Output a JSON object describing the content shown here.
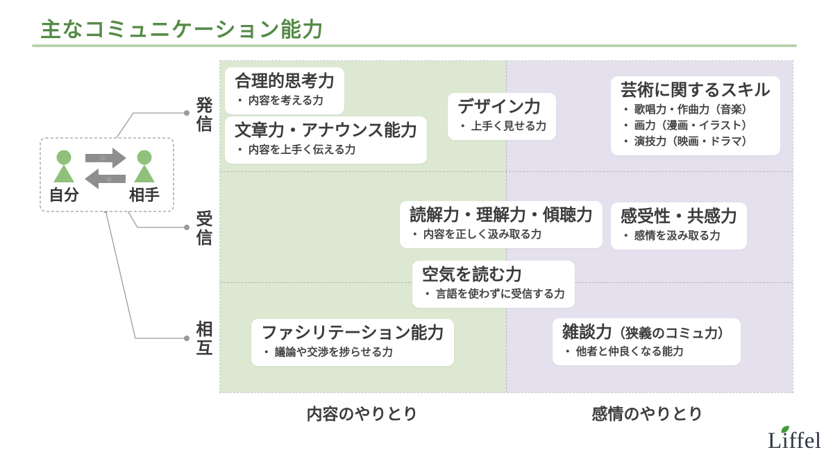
{
  "title": "主なコミュニケーション能力",
  "diagram": {
    "self_label": "自分",
    "other_label": "相手",
    "row_labels": {
      "send": "発信",
      "receive": "受信",
      "mutual": "相互"
    }
  },
  "grid": {
    "column_labels": {
      "content": "内容のやりとり",
      "emotion": "感情のやりとり"
    },
    "cards": [
      {
        "title": "合理的思考力",
        "bullets": [
          "・ 内容を考える力"
        ]
      },
      {
        "title": "文章力・アナウンス能力",
        "bullets": [
          "・ 内容を上手く伝える力"
        ]
      },
      {
        "title": "デザイン力",
        "bullets": [
          "・ 上手く見せる力"
        ]
      },
      {
        "title": "芸術に関するスキル",
        "bullets": [
          "・ 歌唱力・作曲力（音楽）",
          "・ 画力（漫画・イラスト）",
          "・ 演技力（映画・ドラマ）"
        ]
      },
      {
        "title": "読解力・理解力・傾聴力",
        "bullets": [
          "・ 内容を正しく汲み取る力"
        ]
      },
      {
        "title": "感受性・共感力",
        "bullets": [
          "・ 感情を汲み取る力"
        ]
      },
      {
        "title": "空気を読む力",
        "bullets": [
          "・ 言語を使わずに受信する力"
        ]
      },
      {
        "title": "ファシリテーション能力",
        "bullets": [
          "・ 議論や交渉を捗らせる力"
        ]
      },
      {
        "title": "雑談力",
        "title_sub": "（狭義のコミュ力）",
        "bullets": [
          "・ 他者と仲良くなる能力"
        ]
      }
    ]
  },
  "logo": {
    "text": "Liffel"
  },
  "colors": {
    "title_green": "#568b48",
    "underline_green": "#b9d3ae",
    "content_panel_bg": "#dce8d1",
    "emotion_panel_bg": "#e5e0ee",
    "person_green": "#8fc17a",
    "arrow_gray": "#8e8e8e",
    "connector_gray": "#9a9a9a",
    "logo_dark": "#2d3743",
    "leaf_green": "#3f9b35"
  }
}
